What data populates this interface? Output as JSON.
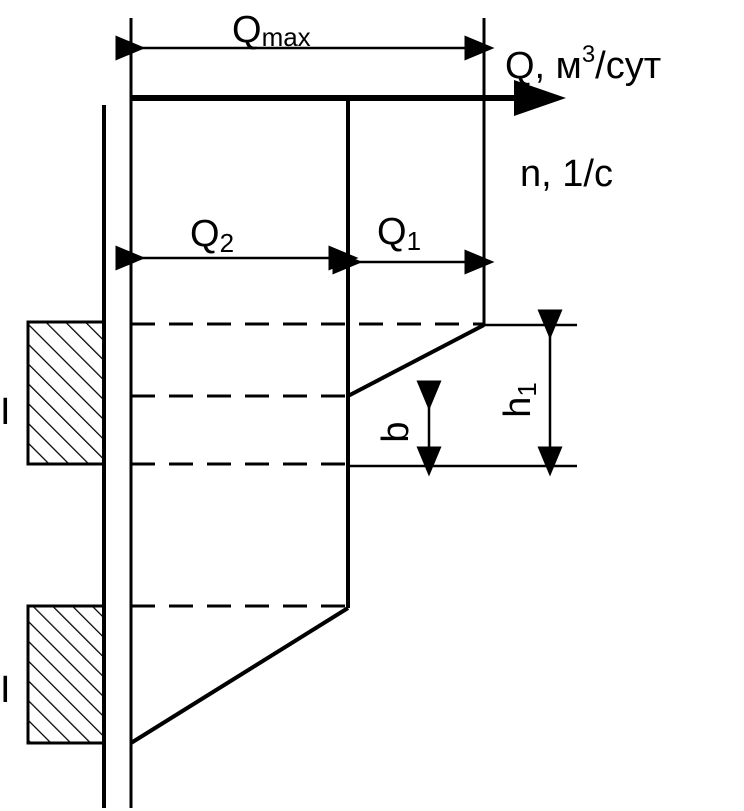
{
  "labels": {
    "q_main": "Q",
    "q_max_sub": "max",
    "q_axis_main": "Q, м",
    "q_axis_sup": "3",
    "q_axis_tail": "/сут",
    "n_axis": "n, 1/c",
    "q2_main": "Q",
    "q2_sub": "2",
    "q1_main": "Q",
    "q1_sub": "1",
    "h1_main": "h",
    "h1_sub": "1",
    "b": "b",
    "roman_upper": "I",
    "roman_lower": "I"
  },
  "colors": {
    "ink": "#000000",
    "background": "#ffffff"
  }
}
